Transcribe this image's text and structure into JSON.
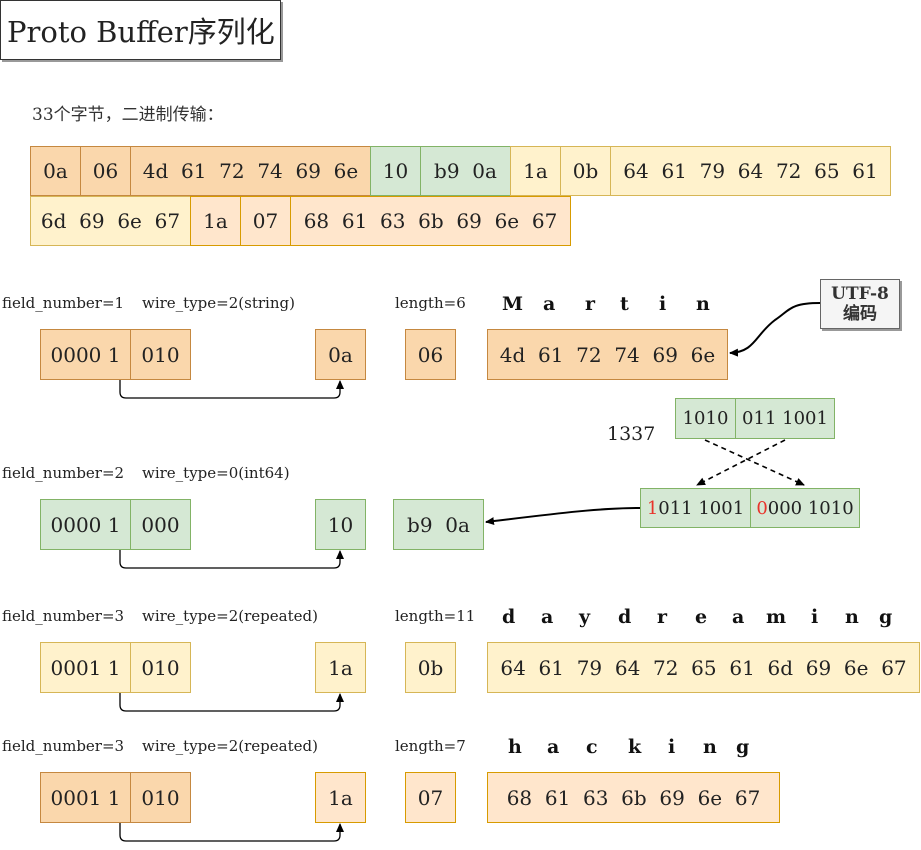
{
  "title": "Proto Buffer序列化",
  "subtitle": "33个字节，二进制传输：",
  "byte_rows": {
    "row1": [
      "0a",
      "06",
      "4d  61  72  74  69  6e",
      "10",
      "b9  0a",
      "1a",
      "0b",
      "64  61  79  64  72  65  61"
    ],
    "row2": [
      "6d  69  6e  67",
      "1a",
      "07",
      "68  61  63  6b  69  6e  67"
    ]
  },
  "fields": [
    {
      "field_number": "field_number=1",
      "wire_type": "wire_type=2(string)",
      "length": "length=6",
      "letters": [
        "M",
        "a",
        "r",
        "t",
        "i",
        "n"
      ],
      "bits_a": "0000 1",
      "bits_b": "010",
      "tag": "0a",
      "len_byte": "06",
      "value": "4d  61  72  74  69  6e"
    },
    {
      "field_number": "field_number=2",
      "wire_type": "wire_type=0(int64)",
      "bits_a": "0000 1",
      "bits_b": "000",
      "tag": "10",
      "value": "b9  0a"
    },
    {
      "field_number": "field_number=3",
      "wire_type": "wire_type=2(repeated)",
      "length": "length=11",
      "letters": [
        "d",
        "a",
        "y",
        "d",
        "r",
        "e",
        "a",
        "m",
        "i",
        "n",
        "g"
      ],
      "bits_a": "0001 1",
      "bits_b": "010",
      "tag": "1a",
      "len_byte": "0b",
      "value": "64  61  79  64  72  65  61  6d  69  6e  67"
    },
    {
      "field_number": "field_number=3",
      "wire_type": "wire_type=2(repeated)",
      "length": "length=7",
      "letters": [
        "h",
        "a",
        "c",
        "k",
        "i",
        "n",
        "g"
      ],
      "bits_a": "0001 1",
      "bits_b": "010",
      "tag": "1a",
      "len_byte": "07",
      "value": "68  61  63  6b  69  6e  67"
    }
  ],
  "utf8_box": {
    "line1": "UTF-8",
    "line2": "编码"
  },
  "varint": {
    "number": "1337",
    "group_hi": "1010",
    "group_lo": "011 1001",
    "enc1_msb": "1",
    "enc1_rest": "011 1001",
    "enc2_msb": "0",
    "enc2_rest": "000 1010"
  },
  "colors": {
    "orange": "#fad7ac",
    "green": "#d5e8d4",
    "yellow": "#fff2cc",
    "peach": "#ffe6cc",
    "msb_red": "#e8332a"
  }
}
